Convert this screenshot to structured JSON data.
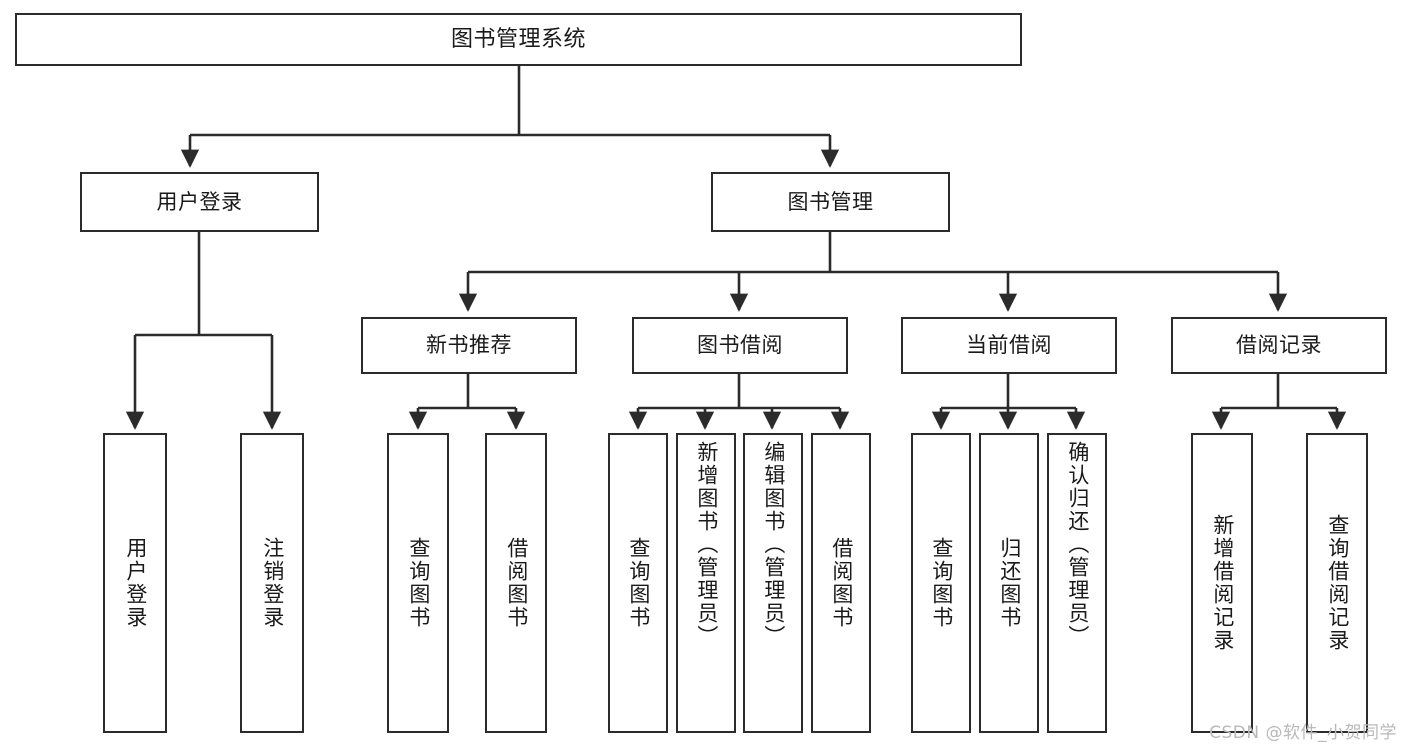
{
  "diagram": {
    "title": "图书管理系统",
    "type": "tree-hierarchy-chart",
    "colors": {
      "node_border": "#2b2b2b",
      "node_fill": "#ffffff",
      "edge": "#2b2b2b",
      "text": "#1a1a1a",
      "watermark": "#b9b9b9",
      "background": "#ffffff"
    },
    "nodes": {
      "root": {
        "label": "图书管理系统"
      },
      "level2": [
        {
          "id": "user-login",
          "label": "用户登录"
        },
        {
          "id": "book-management",
          "label": "图书管理"
        }
      ],
      "level3": [
        {
          "id": "new-book-recommend",
          "label": "新书推荐"
        },
        {
          "id": "book-borrow",
          "label": "图书借阅"
        },
        {
          "id": "current-borrow",
          "label": "当前借阅"
        },
        {
          "id": "borrow-record",
          "label": "借阅记录"
        }
      ],
      "leaves": {
        "user_login": [
          {
            "id": "leaf-user-login",
            "label": "用户登录"
          },
          {
            "id": "leaf-logout",
            "label": "注销登录"
          }
        ],
        "new_book_recommend": [
          {
            "id": "leaf-query-book-1",
            "label": "查询图书"
          },
          {
            "id": "leaf-borrow-book-1",
            "label": "借阅图书"
          }
        ],
        "book_borrow": [
          {
            "id": "leaf-query-book-2",
            "label": "查询图书"
          },
          {
            "id": "leaf-add-book",
            "label": "新增图书（管理员）"
          },
          {
            "id": "leaf-edit-book",
            "label": "编辑图书（管理员）"
          },
          {
            "id": "leaf-borrow-book-2",
            "label": "借阅图书"
          }
        ],
        "current_borrow": [
          {
            "id": "leaf-query-book-3",
            "label": "查询图书"
          },
          {
            "id": "leaf-return-book",
            "label": "归还图书"
          },
          {
            "id": "leaf-confirm-return",
            "label": "确认归还（管理员）"
          }
        ],
        "borrow_record": [
          {
            "id": "leaf-add-record",
            "label": "新增借阅记录"
          },
          {
            "id": "leaf-query-record",
            "label": "查询借阅记录"
          }
        ]
      }
    },
    "watermark": "CSDN @软件_小贺同学"
  }
}
